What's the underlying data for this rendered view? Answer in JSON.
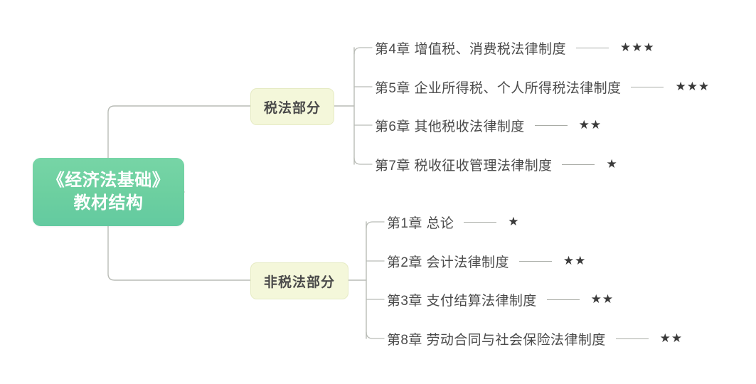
{
  "root": {
    "line1": "《经济法基础》",
    "line2": "教材结构",
    "color": "#6ccfa0",
    "text_color": "#ffffff"
  },
  "watermark": {
    "text": ""
  },
  "colors": {
    "branch_fill": "#f4f7da",
    "branch_border": "#e6ebc4",
    "connector": "#b9bcb6",
    "text": "#4b4b4b",
    "star": "#3a3a3a"
  },
  "branches": [
    {
      "id": "tax",
      "label": "税法部分",
      "leaves": [
        {
          "label": "第4章 增值税、消费税法律制度",
          "stars": "★★★",
          "star_count": 3
        },
        {
          "label": "第5章 企业所得税、个人所得税法律制度",
          "stars": "★★★",
          "star_count": 3
        },
        {
          "label": "第6章 其他税收法律制度",
          "stars": "★★",
          "star_count": 2
        },
        {
          "label": "第7章 税收征收管理法律制度",
          "stars": "★",
          "star_count": 1
        }
      ]
    },
    {
      "id": "nontax",
      "label": "非税法部分",
      "leaves": [
        {
          "label": "第1章 总论",
          "stars": "★",
          "star_count": 1
        },
        {
          "label": "第2章 会计法律制度",
          "stars": "★★",
          "star_count": 2
        },
        {
          "label": "第3章 支付结算法律制度",
          "stars": "★★",
          "star_count": 2
        },
        {
          "label": "第8章 劳动合同与社会保险法律制度",
          "stars": "★★",
          "star_count": 2
        }
      ]
    }
  ]
}
